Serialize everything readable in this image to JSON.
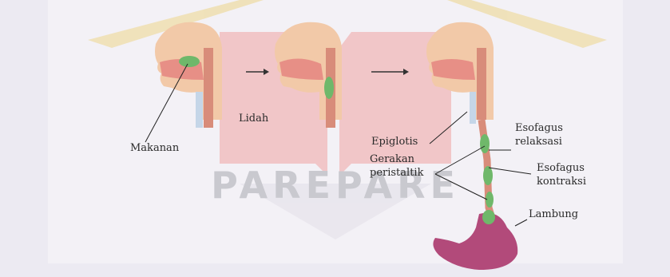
{
  "labels": {
    "makanan": "Makanan",
    "lidah": "Lidah",
    "epiglotis": "Epiglotis",
    "esofagus_relaksasi": [
      "Esofagus",
      "relaksasi"
    ],
    "gerakan_peristaltik": [
      "Gerakan",
      "peristaltik"
    ],
    "esofagus_kontraksi": [
      "Esofagus",
      "kontraksi"
    ],
    "lambung": "Lambung"
  },
  "watermark": "PAREPARE",
  "colors": {
    "background": "#eceaf2",
    "flesh": "#f2c9a8",
    "mouth": "#e78f86",
    "food_bolus": "#6fb86a",
    "stomach": "#b24a7a",
    "watermark_red": "#e88a8a",
    "watermark_gold": "#ecd58a",
    "watermark_text": "#c9c9cf"
  }
}
